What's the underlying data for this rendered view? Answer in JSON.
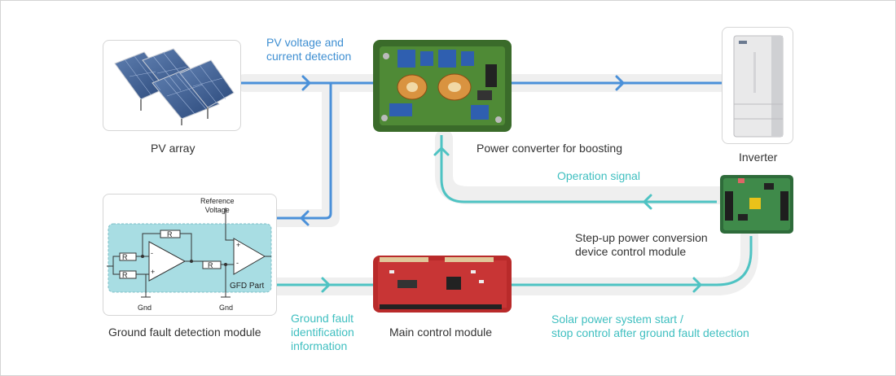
{
  "diagram": {
    "components": {
      "pv_array": "PV array",
      "power_converter": "Power converter for boosting",
      "inverter": "Inverter",
      "ground_fault_module": "Ground fault detection module",
      "main_control": "Main control module",
      "stepup_control": "Step-up power conversion\ndevice control module"
    },
    "signals": {
      "pv_detection": "PV voltage and\ncurrent detection",
      "operation_signal": "Operation signal",
      "ground_fault_info": "Ground fault\nidentification\ninformation",
      "solar_start_stop": "Solar power system start /\nstop control after ground fault detection"
    },
    "circuit": {
      "reference_voltage": "Reference\nVoltage",
      "gfd_part": "GFD Part",
      "resistor": "R",
      "gnd": "Gnd",
      "plus": "+",
      "minus": "-"
    },
    "colors": {
      "blue_line": "#4a90d9",
      "teal_line": "#4ec3c3",
      "track": "#eeeeee",
      "circuit_fill": "#a8dde3"
    }
  }
}
